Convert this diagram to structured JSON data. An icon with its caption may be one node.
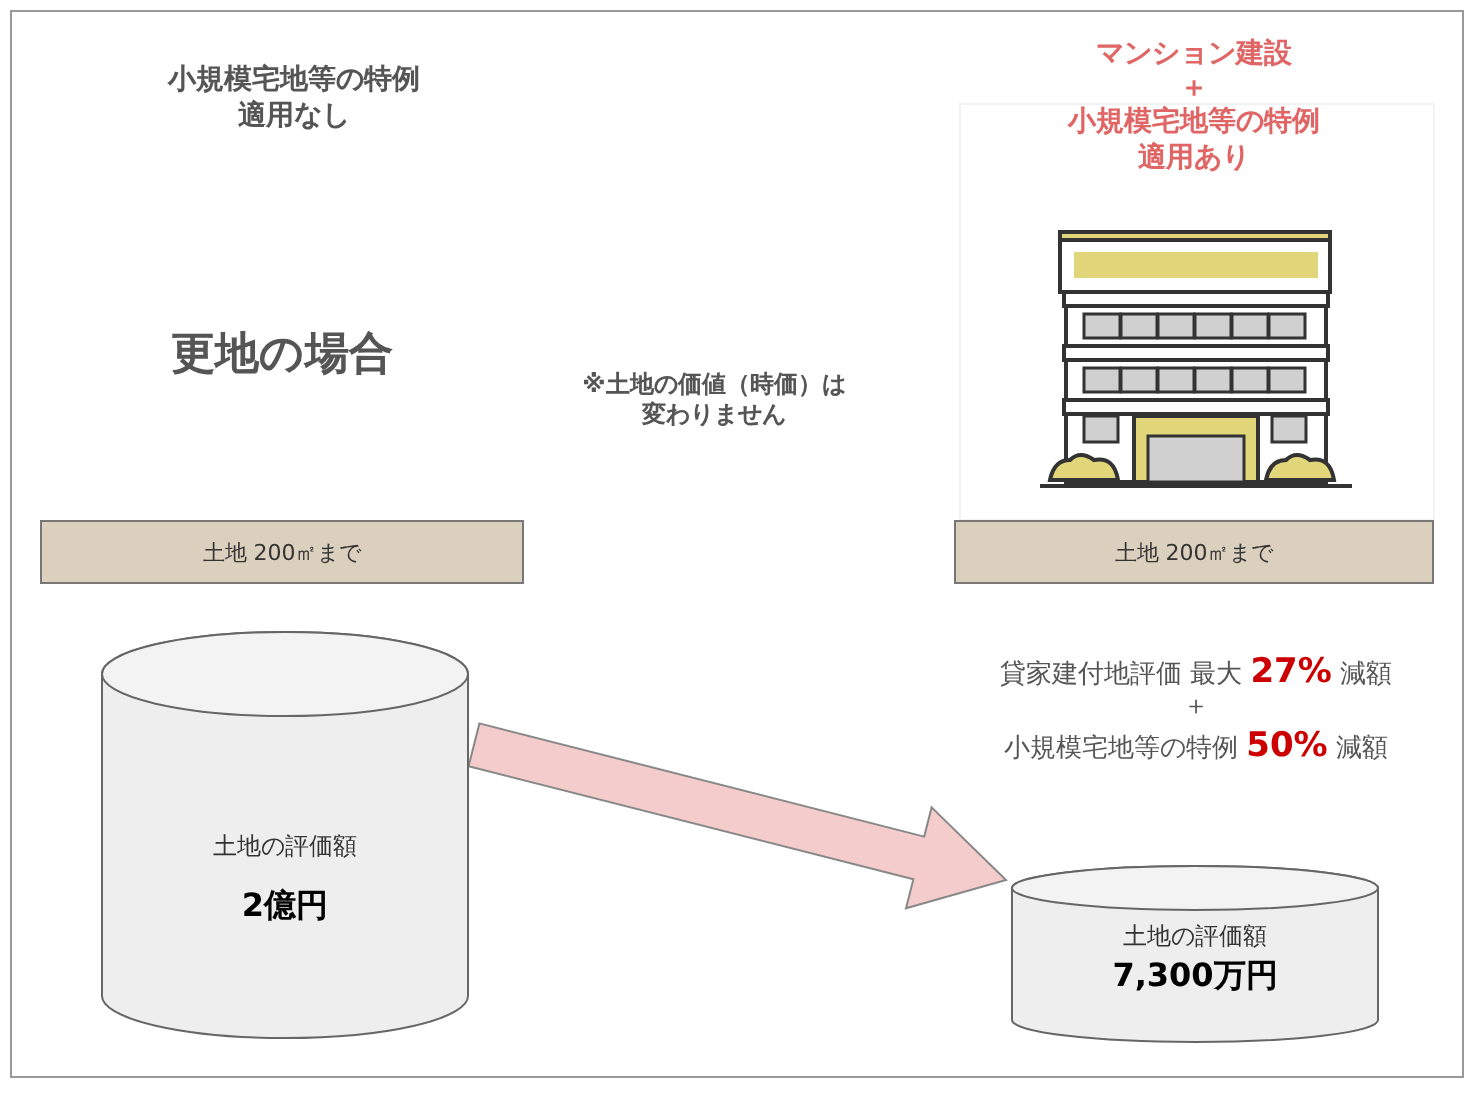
{
  "diagram": {
    "nodes": [
      {
        "text": [
          "土地 200㎡まで"
        ]
      },
      {
        "text": [
          "土地 200㎡まで"
        ]
      },
      {
        "text": [
          "土地の評価額",
          "2億円"
        ]
      },
      {
        "text": [
          "土地の評価額",
          "7,300万円"
        ]
      }
    ],
    "edges": [
      {
        "from": 2,
        "to": 3,
        "arrow": "to"
      }
    ],
    "labels": [
      "小規模宅地等の特例適用なし",
      "マンション建設",
      "＋",
      "小規模宅地等の特例適用あり",
      "更地の場合",
      "※土地の価値（時価）は変わりません",
      "貸家建付地評価 最大 **27%** 減額",
      "＋",
      "小規模宅地等の特例 **50%** 減額"
    ]
  }
}
